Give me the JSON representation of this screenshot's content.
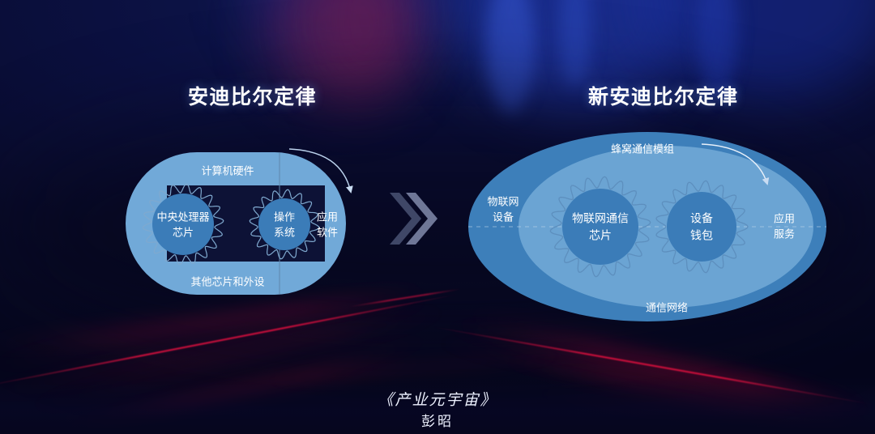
{
  "slide": {
    "title_left": "安迪比尔定律",
    "title_right": "新安迪比尔定律",
    "caption_line1": "《产业元宇宙》",
    "caption_line2": "彭昭",
    "separator_icon": "double-chevron-right-icon"
  },
  "left_diagram": {
    "name": "安迪比尔定律",
    "shape": "pill",
    "labels": {
      "top": "计算机硬件",
      "bottom": "其他芯片和外设",
      "gear_left_line1": "中央处理器",
      "gear_left_line2": "芯片",
      "gear_right_line1": "操作",
      "gear_right_line2": "系统",
      "right_cap_line1": "应用",
      "right_cap_line2": "软件"
    },
    "arrow": "curved-arrow-down-right"
  },
  "right_diagram": {
    "name": "新安迪比尔定律",
    "shape": "ellipse",
    "labels": {
      "outer_left_line1": "物联网",
      "outer_left_line2": "设备",
      "top": "蜂窝通信模组",
      "bottom": "通信网络",
      "gear_left_line1": "物联网通信",
      "gear_left_line2": "芯片",
      "gear_right_line1": "设备",
      "gear_right_line2": "钱包",
      "right_cap_line1": "应用",
      "right_cap_line2": "服务"
    },
    "arrow": "curved-arrow-down-right"
  },
  "colors": {
    "background_deep": "#080a28",
    "background_mid": "#0b1040",
    "pill_light_blue": "#71a9d8",
    "ring_mid_blue": "#76abd9",
    "gear_core_blue": "#3b7cb8",
    "outer_ellipse_blue": "#3d7fba",
    "laser_red": "#e01040",
    "chevron_gray": "#5d6484",
    "text_white": "#ffffff"
  }
}
